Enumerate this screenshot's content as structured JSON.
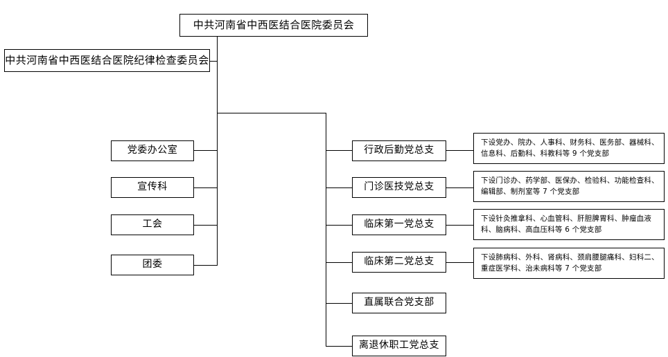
{
  "diagram": {
    "title_box": {
      "label": "中共河南省中西医结合医院委员会"
    },
    "discipline_box": {
      "label": "中共河南省中西医结合医院纪律检查委员会"
    },
    "left_branches": [
      {
        "label": "党委办公室"
      },
      {
        "label": "宣传科"
      },
      {
        "label": "工会"
      },
      {
        "label": "团委"
      }
    ],
    "right_branches": [
      {
        "label": "行政后勤党总支",
        "detail": "下设党办、院办、人事科、财务科、医务部、器械科、信息科、后勤科、科教科等 9 个党支部"
      },
      {
        "label": "门诊医技党总支",
        "detail": "下设门诊办、药学部、医保办、检验科、功能检查科、编辑部、制剂室等 7 个党支部"
      },
      {
        "label": "临床第一党总支",
        "detail": "下设针灸推拿科、心血管科、肝胆脾胃科、肿瘤血液科、脑病科、高血压科等 6 个党支部"
      },
      {
        "label": "临床第二党总支",
        "detail": "下设肺病科、外科、肾病科、颈肩腰腿痛科、妇科二、重症医学科、治未病科等 7 个党支部"
      },
      {
        "label": "直属联合党支部",
        "detail": ""
      },
      {
        "label": "离退休职工党总支",
        "detail": ""
      }
    ],
    "colors": {
      "line": "#000000",
      "box_fill": "#ffffff",
      "text": "#000000"
    }
  }
}
